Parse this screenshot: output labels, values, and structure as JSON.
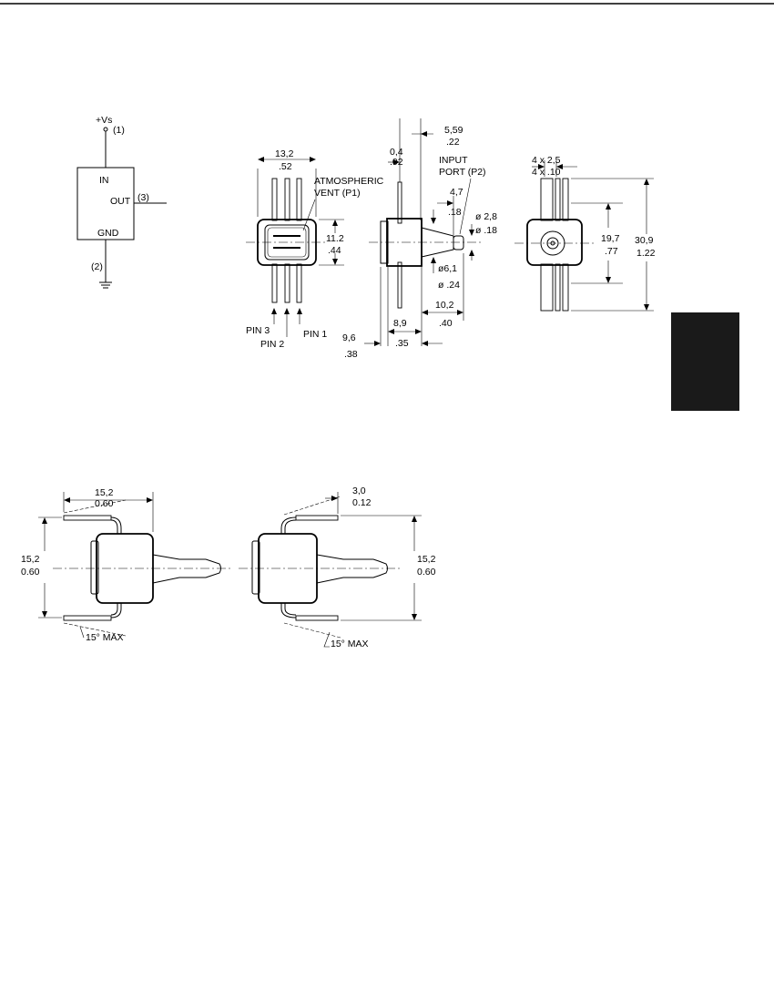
{
  "schematic": {
    "supply_label": "+Vs",
    "pin1_label": "(1)",
    "in_label": "IN",
    "out_label": "OUT",
    "pin3_label": "(3)",
    "gnd_label": "GND",
    "pin2_label": "(2)"
  },
  "front_view": {
    "width_mm": "13,2",
    "width_in": ".52",
    "height_mm": "11.2",
    "height_in": ".44",
    "vent_label_line1": "ATMOSPHERIC",
    "vent_label_line2": "VENT (P1)",
    "pin3": "PIN 3",
    "pin2": "PIN 2",
    "pin1": "PIN 1"
  },
  "side_view": {
    "offset_mm": "0,4",
    "offset_in": ".02",
    "overall_mm": "5,59",
    "overall_in": ".22",
    "port_label_line1": "INPUT",
    "port_label_line2": "PORT (P2)",
    "port_len_mm": "4,7",
    "port_len_in": ".18",
    "tip_dia_mm": "ø 2,8",
    "tip_dia_in": "ø .18",
    "base_dia_mm": "ø6,1",
    "base_dia_in": "ø .24",
    "body_width_mm": "8,9",
    "body_width_in": ".35",
    "depth_mm": "10,2",
    "depth_in": ".40",
    "total_mm": "9,6",
    "total_in": ".38"
  },
  "end_view": {
    "pin_size_mm": "4 x 2,5",
    "pin_size_in": "4 x .10",
    "pin_span_mm": "19,7",
    "pin_span_in": ".77",
    "length_mm": "30,9",
    "length_in": "1.22"
  },
  "bent_left": {
    "width_mm": "15,2",
    "width_in": "0.60",
    "height_mm": "15,2",
    "height_in": "0.60",
    "angle": "15° MAX"
  },
  "bent_right": {
    "offset_mm": "3,0",
    "offset_in": "0.12",
    "height_mm": "15,2",
    "height_in": "0.60",
    "angle": "15° MAX"
  },
  "colors": {
    "ink": "#000000",
    "tab": "#1a1a1a",
    "paper": "#ffffff"
  }
}
